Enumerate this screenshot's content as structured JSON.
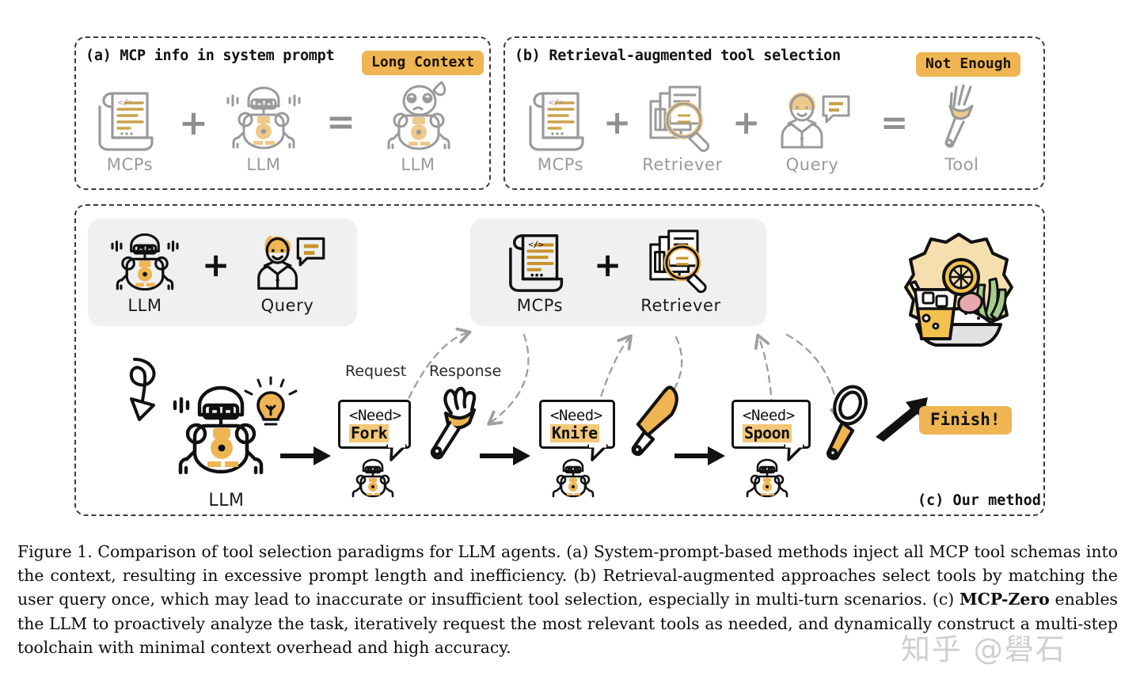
{
  "figure": {
    "caption_prefix": "Figure 1.",
    "caption_text": "  Comparison of tool selection paradigms for LLM agents. (a) System-prompt-based methods inject all MCP tool schemas into the context, resulting in excessive prompt length and inefficiency. (b) Retrieval-augmented approaches select tools by matching the user query once, which may lead to inaccurate or insufficient tool selection, especially in multi-turn scenarios. (c) ",
    "caption_bold": "MCP-Zero",
    "caption_tail": " enables the LLM to proactively analyze the task, iteratively request the most relevant tools as needed, and dynamically construct a multi-step toolchain with minimal context overhead and high accuracy.",
    "watermark": "知乎 @礐石"
  },
  "colors": {
    "badge_amber": "#EFB552",
    "highlight_amber": "#F3C878",
    "icon_grey": "#9a9a9a",
    "icon_black": "#111111",
    "group_box_grey": "#F0F0F0",
    "dashed_border": "#3a3a3a",
    "arrow_grey": "#9a9a9a",
    "food_plate": "#F6DFAE"
  },
  "panel_a": {
    "title": "(a) MCP info in system prompt",
    "badge": "Long Context",
    "items": [
      {
        "label": "MCPs",
        "icon": "scroll-document-icon"
      },
      {
        "label": "LLM",
        "icon": "robot-icon"
      },
      {
        "label": "LLM",
        "icon": "overloaded-robot-icon"
      }
    ],
    "operators": [
      "+",
      "="
    ]
  },
  "panel_b": {
    "title": "(b) Retrieval-augmented tool selection",
    "badge": "Not Enough",
    "items": [
      {
        "label": "MCPs",
        "icon": "scroll-document-icon"
      },
      {
        "label": "Retriever",
        "icon": "magnifier-documents-icon"
      },
      {
        "label": "Query",
        "icon": "user-speech-icon"
      },
      {
        "label": "Tool",
        "icon": "fork-icon"
      }
    ],
    "operators": [
      "+",
      "+",
      "="
    ]
  },
  "panel_c": {
    "method_label": "(c) Our method",
    "group_left": {
      "items": [
        {
          "label": "LLM",
          "icon": "robot-icon"
        },
        {
          "label": "Query",
          "icon": "user-speech-icon"
        }
      ],
      "operator": "+"
    },
    "group_right": {
      "items": [
        {
          "label": "MCPs",
          "icon": "scroll-document-icon"
        },
        {
          "label": "Retriever",
          "icon": "magnifier-documents-icon"
        }
      ],
      "operator": "+"
    },
    "agent": {
      "label": "LLM",
      "icon": "robot-thinking-icon"
    },
    "flow_labels": {
      "request": "Request",
      "response": "Response"
    },
    "steps": [
      {
        "need_line1": "<Need>",
        "need_tool": "Fork",
        "tool_icon": "fork-icon"
      },
      {
        "need_line1": "<Need>",
        "need_tool": "Knife",
        "tool_icon": "knife-icon"
      },
      {
        "need_line1": "<Need>",
        "need_tool": "Spoon",
        "tool_icon": "spoon-icon"
      }
    ],
    "finish_label": "Finish!",
    "result_icon": "meal-plate-icon"
  }
}
